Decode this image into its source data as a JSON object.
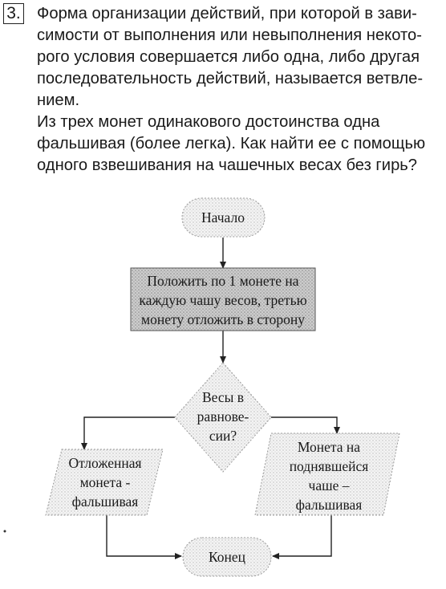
{
  "task": {
    "number": "3.",
    "definition_lines": [
      "Форма организации действий, при которой в зави-",
      "симости от выполнения или невыполнения некото-",
      "рого условия совершается либо одна, либо другая",
      "последовательность действий, называется ветвле-",
      "нием."
    ],
    "question_lines": [
      "Из трех монет одинакового достоинства одна",
      "фальшивая (более легка). Как найти ее с помощью",
      "одного взвешивания на чашечных весах без гирь?"
    ]
  },
  "flowchart": {
    "start": "Начало",
    "action_lines": [
      "Положить по 1 монете на",
      "каждую чашу весов, третью",
      "монету отложить в сторону"
    ],
    "decision_lines": [
      "Весы в",
      "равнове-",
      "сии?"
    ],
    "left_output_lines": [
      "Отложенная",
      "монета -",
      "фальшивая"
    ],
    "right_output_lines": [
      "Монета на",
      "поднявшейся",
      "чаше –",
      "фальшивая"
    ],
    "end": "Конец"
  }
}
